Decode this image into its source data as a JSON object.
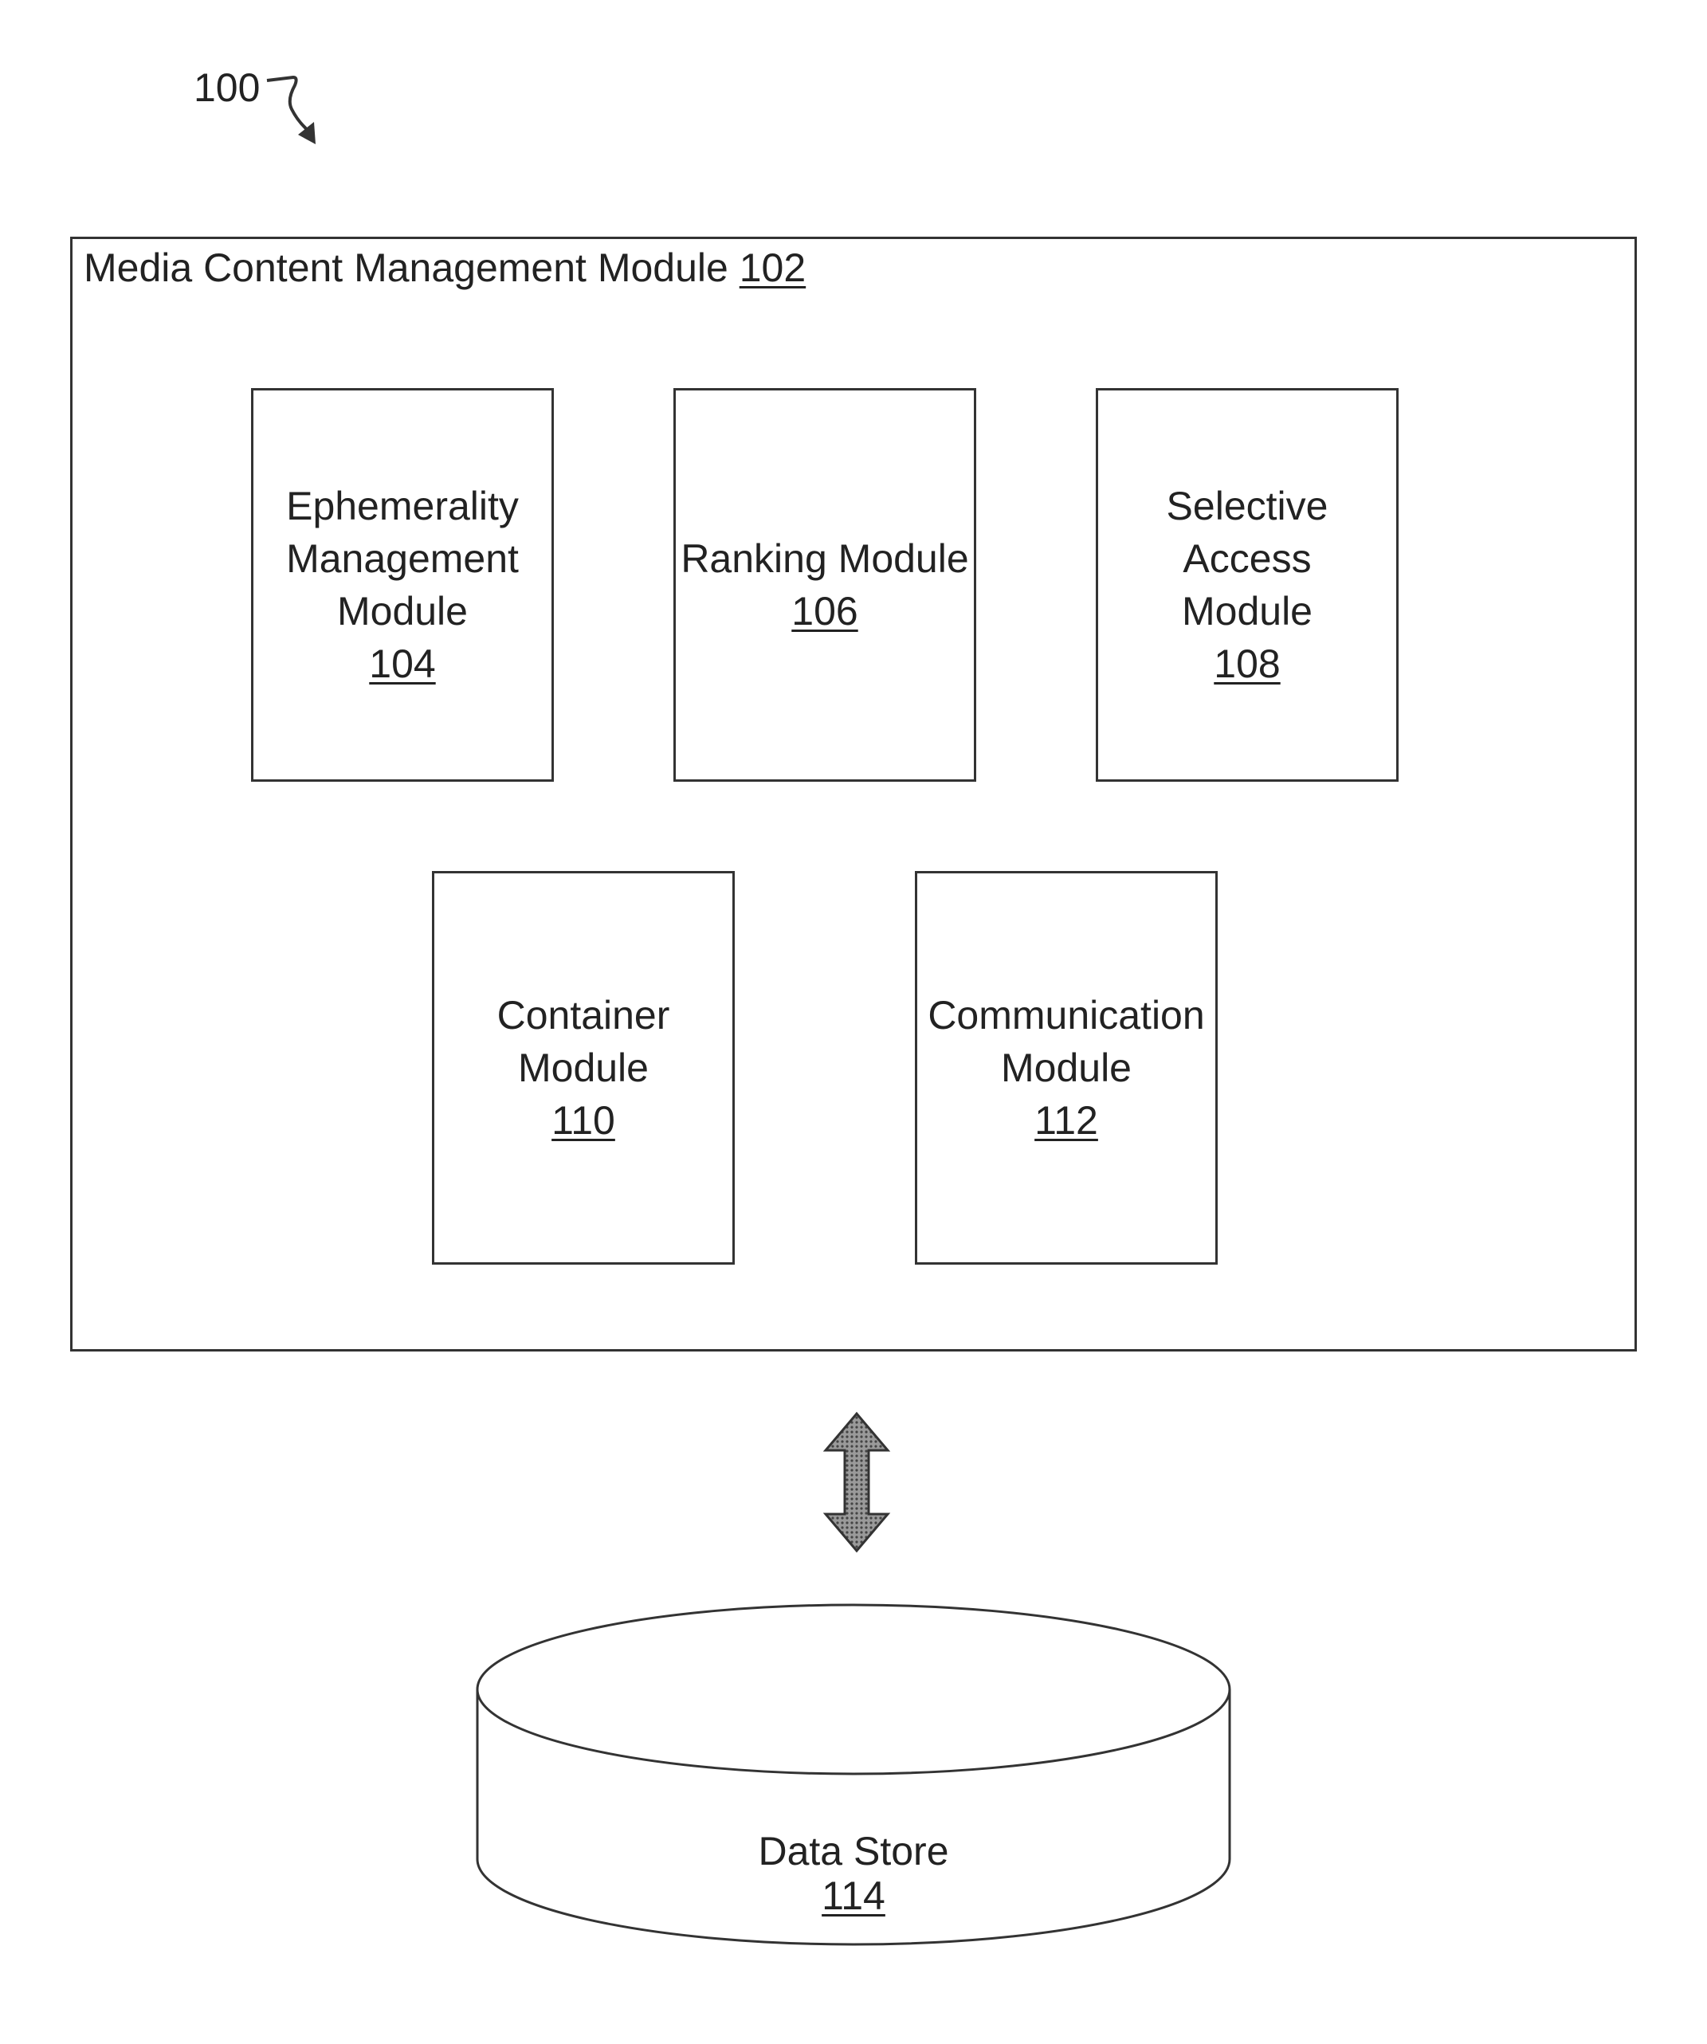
{
  "figure_ref": "100",
  "outer": {
    "title": "Media Content Management Module",
    "number": "102"
  },
  "modules": [
    {
      "lines": [
        "Ephemerality",
        "Management",
        "Module"
      ],
      "number": "104"
    },
    {
      "lines": [
        "Ranking Module"
      ],
      "number": "106"
    },
    {
      "lines": [
        "Selective Access",
        "Module"
      ],
      "number": "108"
    },
    {
      "lines": [
        "Container",
        "Module"
      ],
      "number": "110"
    },
    {
      "lines": [
        "Communication",
        "Module"
      ],
      "number": "112"
    }
  ],
  "data_store": {
    "label": "Data Store",
    "number": "114"
  },
  "icons": {
    "reference_arrow": "curved-arrow-icon",
    "connector": "double-headed-arrow-icon",
    "storage": "cylinder-database-icon"
  }
}
